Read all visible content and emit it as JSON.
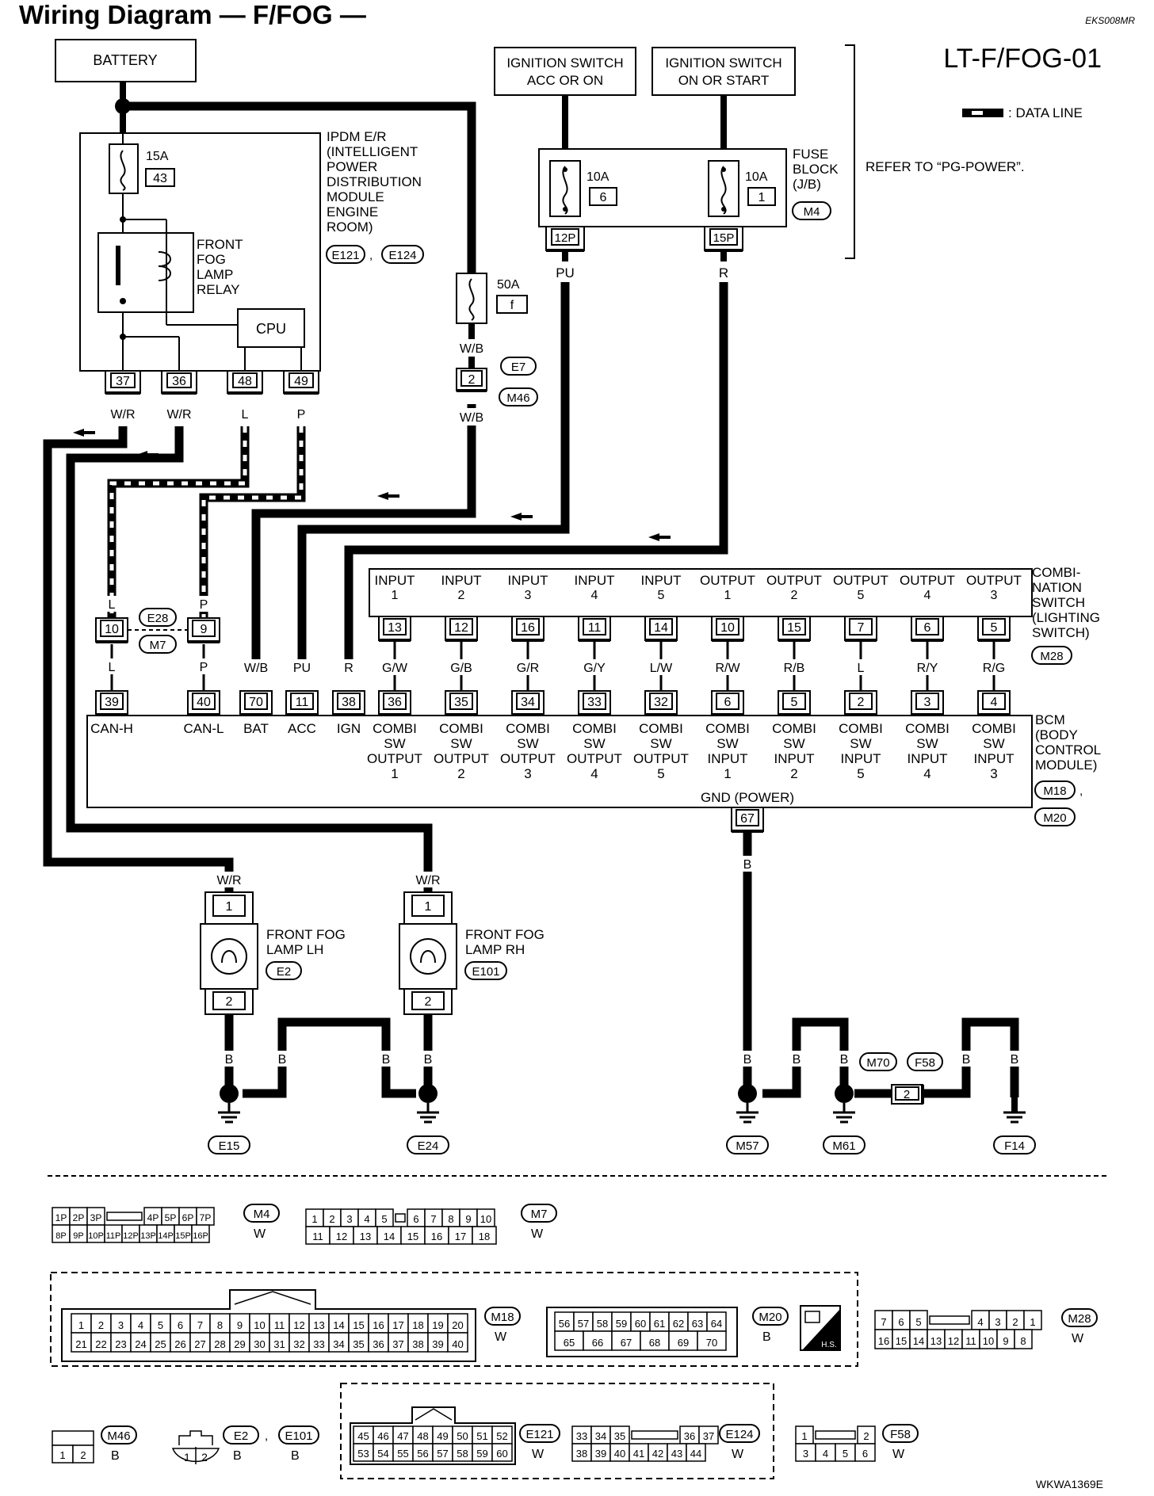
{
  "header": {
    "title": "Wiring Diagram — F/FOG —",
    "doc_code": "EKS008MR",
    "page_ref": "LT-F/FOG-01",
    "data_line_legend": ": DATA LINE",
    "figure_code": "WKWA1369E"
  },
  "battery": {
    "label": "BATTERY"
  },
  "ignition": {
    "acc_line1": "IGNITION SWITCH",
    "acc_line2": "ACC OR ON",
    "start_line1": "IGNITION SWITCH",
    "start_line2": "ON OR START"
  },
  "fuse_block": {
    "label": [
      "FUSE",
      "BLOCK",
      "(J/B)"
    ],
    "connector": "M4",
    "refer_note": "REFER TO “PG-POWER”.",
    "fuse_left": {
      "amps": "10A",
      "number": "6",
      "pin": "12P",
      "wire": "PU"
    },
    "fuse_right": {
      "amps": "10A",
      "number": "1",
      "pin": "15P",
      "wire": "R"
    }
  },
  "ipdm": {
    "label": [
      "IPDM E/R",
      "(INTELLIGENT",
      "POWER",
      "DISTRIBUTION",
      "MODULE",
      "ENGINE",
      "ROOM)"
    ],
    "connectors": [
      "E121",
      "E124"
    ],
    "fuse_amps": "15A",
    "fuse_number": "43",
    "relay_label": [
      "FRONT",
      "FOG",
      "LAMP",
      "RELAY"
    ],
    "cpu_label": "CPU",
    "pins": [
      "37",
      "36",
      "48",
      "49"
    ],
    "wires": [
      "W/R",
      "W/R",
      "L",
      "P"
    ]
  },
  "fusible_link": {
    "amps": "50A",
    "letter": "f",
    "wire_top": "W/B",
    "pin": "2",
    "connectors": [
      "E7",
      "M46"
    ],
    "wire_bottom": "W/B"
  },
  "joint": {
    "wire_top": [
      "L",
      "P"
    ],
    "pins": [
      "10",
      "9"
    ],
    "connectors": [
      "E28",
      "M7"
    ],
    "wire_bottom": [
      "L",
      "P"
    ]
  },
  "combination_switch": {
    "label": [
      "COMBI-",
      "NATION",
      "SWITCH",
      "(LIGHTING",
      "SWITCH)"
    ],
    "connector": "M28",
    "terminals": [
      {
        "name": "INPUT",
        "num": "1",
        "pin": "13",
        "wire": "G/W"
      },
      {
        "name": "INPUT",
        "num": "2",
        "pin": "12",
        "wire": "G/B"
      },
      {
        "name": "INPUT",
        "num": "3",
        "pin": "16",
        "wire": "G/R"
      },
      {
        "name": "INPUT",
        "num": "4",
        "pin": "11",
        "wire": "G/Y"
      },
      {
        "name": "INPUT",
        "num": "5",
        "pin": "14",
        "wire": "L/W"
      },
      {
        "name": "OUTPUT",
        "num": "1",
        "pin": "10",
        "wire": "R/W"
      },
      {
        "name": "OUTPUT",
        "num": "2",
        "pin": "15",
        "wire": "R/B"
      },
      {
        "name": "OUTPUT",
        "num": "5",
        "pin": "7",
        "wire": "L"
      },
      {
        "name": "OUTPUT",
        "num": "4",
        "pin": "6",
        "wire": "R/Y"
      },
      {
        "name": "OUTPUT",
        "num": "3",
        "pin": "5",
        "wire": "R/G"
      }
    ]
  },
  "bcm": {
    "label": [
      "BCM",
      "(BODY",
      "CONTROL",
      "MODULE)"
    ],
    "connectors": [
      "M18",
      "M20"
    ],
    "gnd_label": "GND (POWER)",
    "gnd_pin": "67",
    "gnd_wire": "B",
    "left_terminals": [
      {
        "pin": "39",
        "name": "CAN-H",
        "wire": "L"
      },
      {
        "pin": "40",
        "name": "CAN-L",
        "wire": "P"
      },
      {
        "pin": "70",
        "name": "BAT",
        "wire": "W/B"
      },
      {
        "pin": "11",
        "name": "ACC",
        "wire": "PU"
      },
      {
        "pin": "38",
        "name": "IGN",
        "wire": "R"
      }
    ],
    "combi_terminals": [
      {
        "pin": "36",
        "l1": "COMBI",
        "l2": "SW",
        "l3": "OUTPUT",
        "l4": "1"
      },
      {
        "pin": "35",
        "l1": "COMBI",
        "l2": "SW",
        "l3": "OUTPUT",
        "l4": "2"
      },
      {
        "pin": "34",
        "l1": "COMBI",
        "l2": "SW",
        "l3": "OUTPUT",
        "l4": "3"
      },
      {
        "pin": "33",
        "l1": "COMBI",
        "l2": "SW",
        "l3": "OUTPUT",
        "l4": "4"
      },
      {
        "pin": "32",
        "l1": "COMBI",
        "l2": "SW",
        "l3": "OUTPUT",
        "l4": "5"
      },
      {
        "pin": "6",
        "l1": "COMBI",
        "l2": "SW",
        "l3": "INPUT",
        "l4": "1"
      },
      {
        "pin": "5",
        "l1": "COMBI",
        "l2": "SW",
        "l3": "INPUT",
        "l4": "2"
      },
      {
        "pin": "2",
        "l1": "COMBI",
        "l2": "SW",
        "l3": "INPUT",
        "l4": "5"
      },
      {
        "pin": "3",
        "l1": "COMBI",
        "l2": "SW",
        "l3": "INPUT",
        "l4": "4"
      },
      {
        "pin": "4",
        "l1": "COMBI",
        "l2": "SW",
        "l3": "INPUT",
        "l4": "3"
      }
    ]
  },
  "fog_lamps": [
    {
      "label1": "FRONT FOG",
      "label2": "LAMP LH",
      "connector": "E2",
      "wire_top": "W/R",
      "pin_top": "1",
      "pin_bottom": "2",
      "wire_bottom": "B",
      "ground": "E15"
    },
    {
      "label1": "FRONT FOG",
      "label2": "LAMP RH",
      "connector": "E101",
      "wire_top": "W/R",
      "pin_top": "1",
      "pin_bottom": "2",
      "wire_bottom": "B",
      "ground": "E24"
    }
  ],
  "lamp_jumper_wires": [
    "B",
    "B"
  ],
  "grounds_right": {
    "wires": [
      "B",
      "B",
      "B",
      "B",
      "B"
    ],
    "grounds": [
      "M57",
      "M61",
      "F14"
    ],
    "inline_pin": "2",
    "inline_connectors": [
      "M70",
      "F58"
    ]
  },
  "connector_faces": {
    "m4": {
      "id": "M4",
      "color": "W",
      "top": [
        "1P",
        "2P",
        "3P",
        "4P",
        "5P",
        "6P",
        "7P"
      ],
      "bottom": [
        "8P",
        "9P",
        "10P",
        "11P",
        "12P",
        "13P",
        "14P",
        "15P",
        "16P"
      ]
    },
    "m7": {
      "id": "M7",
      "color": "W",
      "top": [
        "1",
        "2",
        "3",
        "4",
        "5",
        "6",
        "7",
        "8",
        "9",
        "10"
      ],
      "bottom": [
        "11",
        "12",
        "13",
        "14",
        "15",
        "16",
        "17",
        "18"
      ]
    },
    "m18": {
      "id": "M18",
      "color": "W",
      "top": [
        "1",
        "2",
        "3",
        "4",
        "5",
        "6",
        "7",
        "8",
        "9",
        "10",
        "11",
        "12",
        "13",
        "14",
        "15",
        "16",
        "17",
        "18",
        "19",
        "20"
      ],
      "bottom": [
        "21",
        "22",
        "23",
        "24",
        "25",
        "26",
        "27",
        "28",
        "29",
        "30",
        "31",
        "32",
        "33",
        "34",
        "35",
        "36",
        "37",
        "38",
        "39",
        "40"
      ]
    },
    "m20": {
      "id": "M20",
      "color": "B",
      "top": [
        "56",
        "57",
        "58",
        "59",
        "60",
        "61",
        "62",
        "63",
        "64"
      ],
      "bottom": [
        "65",
        "66",
        "67",
        "68",
        "69",
        "70"
      ]
    },
    "hs_label": "H.S.",
    "m28": {
      "id": "M28",
      "color": "W",
      "top": [
        "7",
        "6",
        "5",
        "4",
        "3",
        "2",
        "1"
      ],
      "bottom": [
        "16",
        "15",
        "14",
        "13",
        "12",
        "11",
        "10",
        "9",
        "8"
      ]
    },
    "m46": {
      "id": "M46",
      "color": "B",
      "cells": [
        "1",
        "2"
      ]
    },
    "e2": {
      "id": "E2",
      "id2": "E101",
      "color": "B",
      "color2": "B",
      "cells": [
        "1",
        "2"
      ]
    },
    "e121": {
      "id": "E121",
      "color": "W",
      "top": [
        "45",
        "46",
        "47",
        "48",
        "49",
        "50",
        "51",
        "52"
      ],
      "bottom": [
        "53",
        "54",
        "55",
        "56",
        "57",
        "58",
        "59",
        "60"
      ]
    },
    "e124": {
      "id": "E124",
      "color": "W",
      "top": [
        "33",
        "34",
        "35",
        "36",
        "37"
      ],
      "bottom": [
        "38",
        "39",
        "40",
        "41",
        "42",
        "43",
        "44"
      ]
    },
    "f58": {
      "id": "F58",
      "color": "W",
      "top": [
        "1",
        "2"
      ],
      "bottom": [
        "3",
        "4",
        "5",
        "6"
      ]
    }
  }
}
